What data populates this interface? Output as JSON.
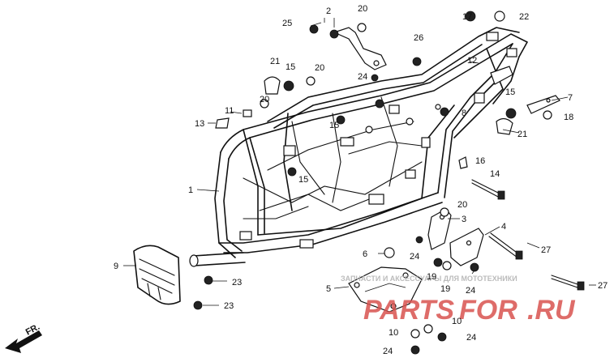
{
  "callouts": [
    "1",
    "2",
    "3",
    "4",
    "5",
    "6",
    "7",
    "8",
    "9",
    "10",
    "10",
    "11",
    "12",
    "13",
    "14",
    "15",
    "15",
    "15",
    "15",
    "16",
    "17",
    "18",
    "19",
    "19",
    "20",
    "20",
    "20",
    "20",
    "21",
    "21",
    "22",
    "23",
    "23",
    "24",
    "24",
    "24",
    "24",
    "24",
    "24",
    "25",
    "26",
    "27",
    "27"
  ],
  "direction_label": "FR.",
  "watermark": {
    "caption": "ЗАПЧАСТИ И АКСЕССУАРЫ ДЛЯ МОТОТЕХНИКИ",
    "brand_a": "PARTS",
    "brand_b": "FOR",
    "brand_c": ".RU",
    "color": "#d9534f"
  }
}
